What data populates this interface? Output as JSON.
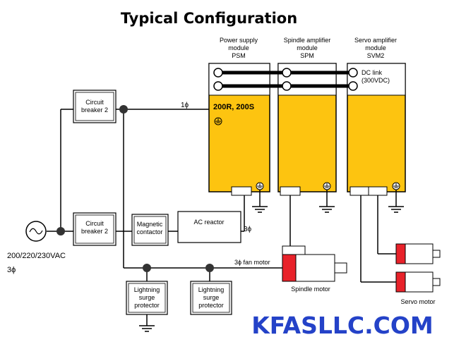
{
  "title": "Typical Configuration",
  "modules": {
    "psm": [
      "Power supply",
      "module",
      "PSM"
    ],
    "spm": [
      "Spindle amplifier",
      "module",
      "SPM"
    ],
    "svm": [
      "Servo amplifier",
      "module",
      "SVM2"
    ],
    "psm_model": "200R, 200S"
  },
  "dc_link": [
    "DC link",
    "(300VDC)"
  ],
  "components": {
    "circuit_breaker_top": [
      "Circuit",
      "breaker 2"
    ],
    "circuit_breaker_bottom": [
      "Circuit",
      "breaker 2"
    ],
    "magnetic_contactor": [
      "Magnetic",
      "contactor"
    ],
    "ac_reactor": "AC reactor",
    "lightning_1": [
      "Lightning",
      "surge",
      "protector"
    ],
    "lightning_2": [
      "Lightning",
      "surge",
      "protector"
    ]
  },
  "labels": {
    "one_phase": "1ϕ",
    "three_phase": "3ϕ",
    "fan_motor": "3ϕ fan motor",
    "supply_voltage": "200/220/230VAC",
    "supply_phase": "3ϕ",
    "spindle_motor": "Spindle motor",
    "servo_motor": "Servo motor"
  },
  "watermark": "KFASLLC.COM",
  "colors": {
    "module_fill": "#fdc410",
    "motor_red": "#e8222a",
    "watermark": "#2442c8"
  }
}
